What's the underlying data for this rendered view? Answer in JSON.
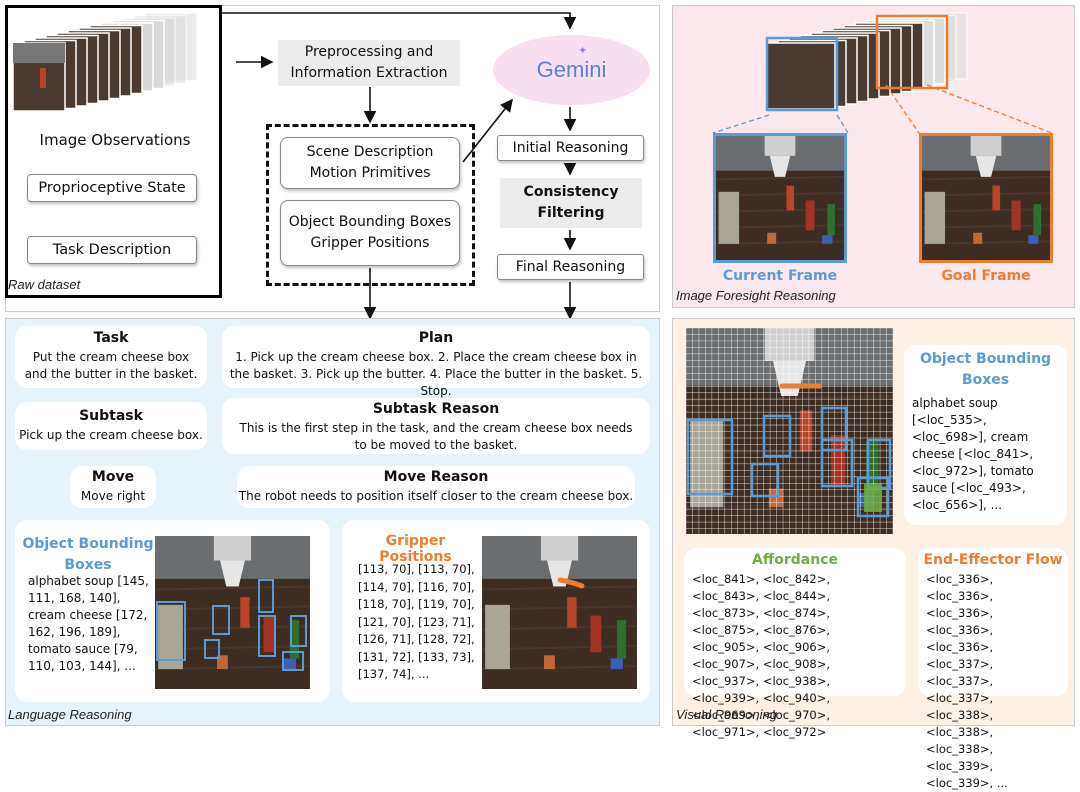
{
  "raw": {
    "image_observations": "Image Observations",
    "proprioceptive_state": "Proprioceptive State",
    "task_description": "Task Description",
    "panel_label": "Raw dataset"
  },
  "pipeline": {
    "preprocess_line1": "Preprocessing and",
    "preprocess_line2": "Information Extraction",
    "gemini": "Gemini",
    "scene_line1": "Scene Description",
    "scene_line2": "Motion Primitives",
    "bbox_line1": "Object Bounding Boxes",
    "bbox_line2": "Gripper Positions",
    "initial_reasoning": "Initial Reasoning",
    "consistency_line1": "Consistency",
    "consistency_line2": "Filtering",
    "final_reasoning": "Final Reasoning"
  },
  "foresight": {
    "current_frame": "Current Frame",
    "goal_frame": "Goal Frame",
    "panel_label": "Image Foresight Reasoning"
  },
  "language": {
    "task_title": "Task",
    "task_text": "Put the cream cheese box and the butter in the basket.",
    "plan_title": "Plan",
    "plan_text": "1. Pick up the cream cheese box. 2. Place the cream cheese box in the basket. 3. Pick up the butter. 4. Place the butter in the basket. 5. Stop.",
    "subtask_title": "Subtask",
    "subtask_text": "Pick up the cream cheese box.",
    "subtask_reason_title": "Subtask Reason",
    "subtask_reason_text": "This is the first step in the task, and the cream cheese box needs to be moved to the basket.",
    "move_title": "Move",
    "move_text": "Move right",
    "move_reason_title": "Move Reason",
    "move_reason_text": "The robot needs to position itself closer to the cream cheese box.",
    "obb_title": "Object Bounding Boxes",
    "obb_text": "alphabet soup [145, 111, 168, 140], cream cheese [172, 162, 196, 189], tomato sauce [79, 110, 103, 144], ...",
    "gripper_title": "Gripper Positions",
    "gripper_text": "[113, 70], [113, 70], [114, 70], [116, 70], [118, 70], [119, 70], [121, 70], [123, 71], [126, 71], [128, 72], [131, 72], [133, 73], [137, 74], ...",
    "panel_label": "Language Reasoning"
  },
  "visual": {
    "obb_title": "Object Bounding Boxes",
    "obb_text": "alphabet soup [<loc_535>, <loc_698>], cream cheese [<loc_841>, <loc_972>], tomato sauce [<loc_493>, <loc_656>], ...",
    "affordance_title": "Affordance",
    "affordance_text": "<loc_841>, <loc_842>, <loc_843>, <loc_844>, <loc_873>, <loc_874>, <loc_875>, <loc_876>, <loc_905>, <loc_906>, <loc_907>, <loc_908>, <loc_937>, <loc_938>, <loc_939>, <loc_940>, <loc_969>, <loc_970>, <loc_971>, <loc_972>",
    "eef_title": "End-Effector Flow",
    "eef_text": "<loc_336>, <loc_336>, <loc_336>, <loc_336>, <loc_336>, <loc_337>, <loc_337>, <loc_337>, <loc_338>, <loc_338>, <loc_338>, <loc_339>, <loc_339>, ...",
    "panel_label": "Visual Reasoning"
  },
  "colors": {
    "blue": "#5b9bd5",
    "orange": "#ed7d31",
    "green": "#70ad47",
    "gemini_bg": "#f7dff0",
    "language_bg": "#e6f3fa",
    "foresight_bg": "#fbe8ec",
    "visual_bg": "#fdf1e6"
  }
}
